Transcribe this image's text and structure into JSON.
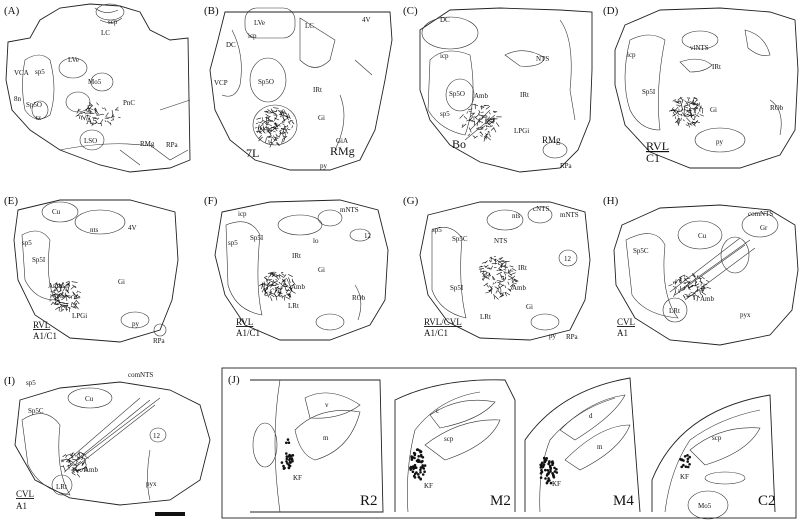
{
  "panels": {
    "A": {
      "tag": "(A)",
      "labels": [
        "scp",
        "LC",
        "LVe",
        "Mo5",
        "VCA",
        "sp5",
        "Sp5O",
        "8n",
        "tz",
        "PnC",
        "A5",
        "LSO",
        "RMg",
        "RPa"
      ]
    },
    "B": {
      "tag": "(B)",
      "labels": [
        "LVe",
        "LC",
        "icp",
        "DC",
        "4V",
        "VCP",
        "Sp5O",
        "IRt",
        "Gi",
        "GiA",
        "7L",
        "RMg",
        "py"
      ]
    },
    "C": {
      "tag": "(C)",
      "labels": [
        "DC",
        "icp",
        "NTS",
        "Sp5O",
        "Amb",
        "sp5",
        "IRt",
        "LPGi",
        "Bo",
        "RMg",
        "RPa"
      ]
    },
    "D": {
      "tag": "(D)",
      "labels": [
        "icp",
        "vlNTS",
        "IRt",
        "Sp5I",
        "Gi",
        "ROb",
        "py"
      ],
      "region": "RVL",
      "cell": "C1"
    },
    "E": {
      "tag": "(E)",
      "labels": [
        "Cu",
        "nts",
        "4V",
        "sp5",
        "Sp5I",
        "Amb",
        "Gi",
        "LPGi",
        "py",
        "RPa"
      ],
      "region": "RVL",
      "cell": "A1/C1"
    },
    "F": {
      "tag": "(F)",
      "labels": [
        "mNTS",
        "icp",
        "sp5",
        "Sp5I",
        "IRt",
        "Gi",
        "Amb",
        "ROb",
        "LRt",
        "lo",
        "12"
      ],
      "region": "RVL",
      "cell": "A1/C1"
    },
    "G": {
      "tag": "(G)",
      "labels": [
        "nts",
        "cNTS",
        "mNTS",
        "sp5",
        "Sp5C",
        "NTS",
        "IRt",
        "Sp5I",
        "Amb",
        "Gi",
        "LRt",
        "12",
        "py",
        "RPa"
      ],
      "region": "RVL/CVL",
      "cell": "A1/C1"
    },
    "H": {
      "tag": "(H)",
      "labels": [
        "comNTS",
        "Gr",
        "Cu",
        "Sp5C",
        "Amb",
        "LRt",
        "pyx"
      ],
      "region": "CVL",
      "cell": "A1"
    },
    "I": {
      "tag": "(I)",
      "labels": [
        "comNTS",
        "sp5",
        "Sp5C",
        "Cu",
        "12",
        "Amb",
        "LRt",
        "pyx"
      ],
      "region": "CVL",
      "cell": "A1"
    },
    "J": {
      "tag": "(J)",
      "sub": [
        {
          "code": "R2",
          "labels": [
            "v",
            "m",
            "KF"
          ]
        },
        {
          "code": "M2",
          "labels": [
            "c",
            "scp",
            "KF"
          ]
        },
        {
          "code": "M4",
          "labels": [
            "d",
            "m",
            "KF"
          ]
        },
        {
          "code": "C2",
          "labels": [
            "scp",
            "KF",
            "Mo5"
          ]
        }
      ]
    }
  },
  "icons": {
    "dot_cluster": "labelled-neuron-dots",
    "scale_bar": "scale-bar"
  },
  "colors": {
    "ink": "#111111",
    "paper": "#ffffff"
  }
}
